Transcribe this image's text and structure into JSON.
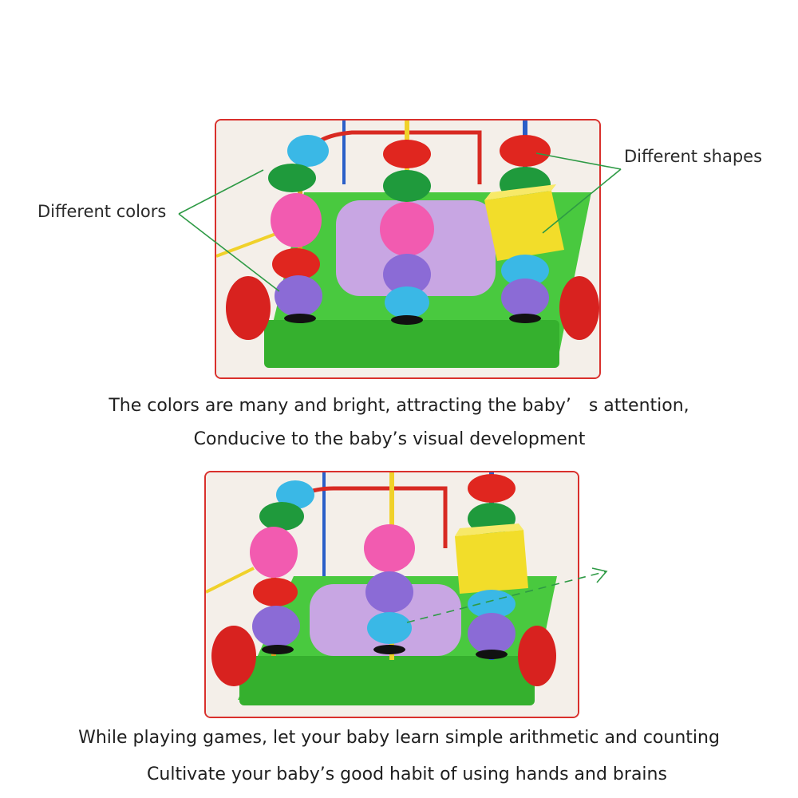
{
  "labels": {
    "different_colors": "Different colors",
    "different_shapes": "Different shapes"
  },
  "captions": {
    "line1": "The colors are many and bright, attracting the baby’　s attention,",
    "line2": "Conducive to the baby’s visual development",
    "line3": "While playing games, let your baby learn simple arithmetic and counting",
    "line4": "Cultivate your baby’s good habit of using hands and brains"
  },
  "colors": {
    "frame": "#d9302c",
    "board": "#3fc33a",
    "wheel": "#d8221f",
    "bead_red": "#e0261f",
    "bead_green": "#1f9a3c",
    "bead_pink": "#f25bb0",
    "bead_purple": "#8b6bd6",
    "bead_blue": "#3ab8e6",
    "cube_yellow": "#f2dd2a",
    "pointer_green": "#2e9a45"
  }
}
